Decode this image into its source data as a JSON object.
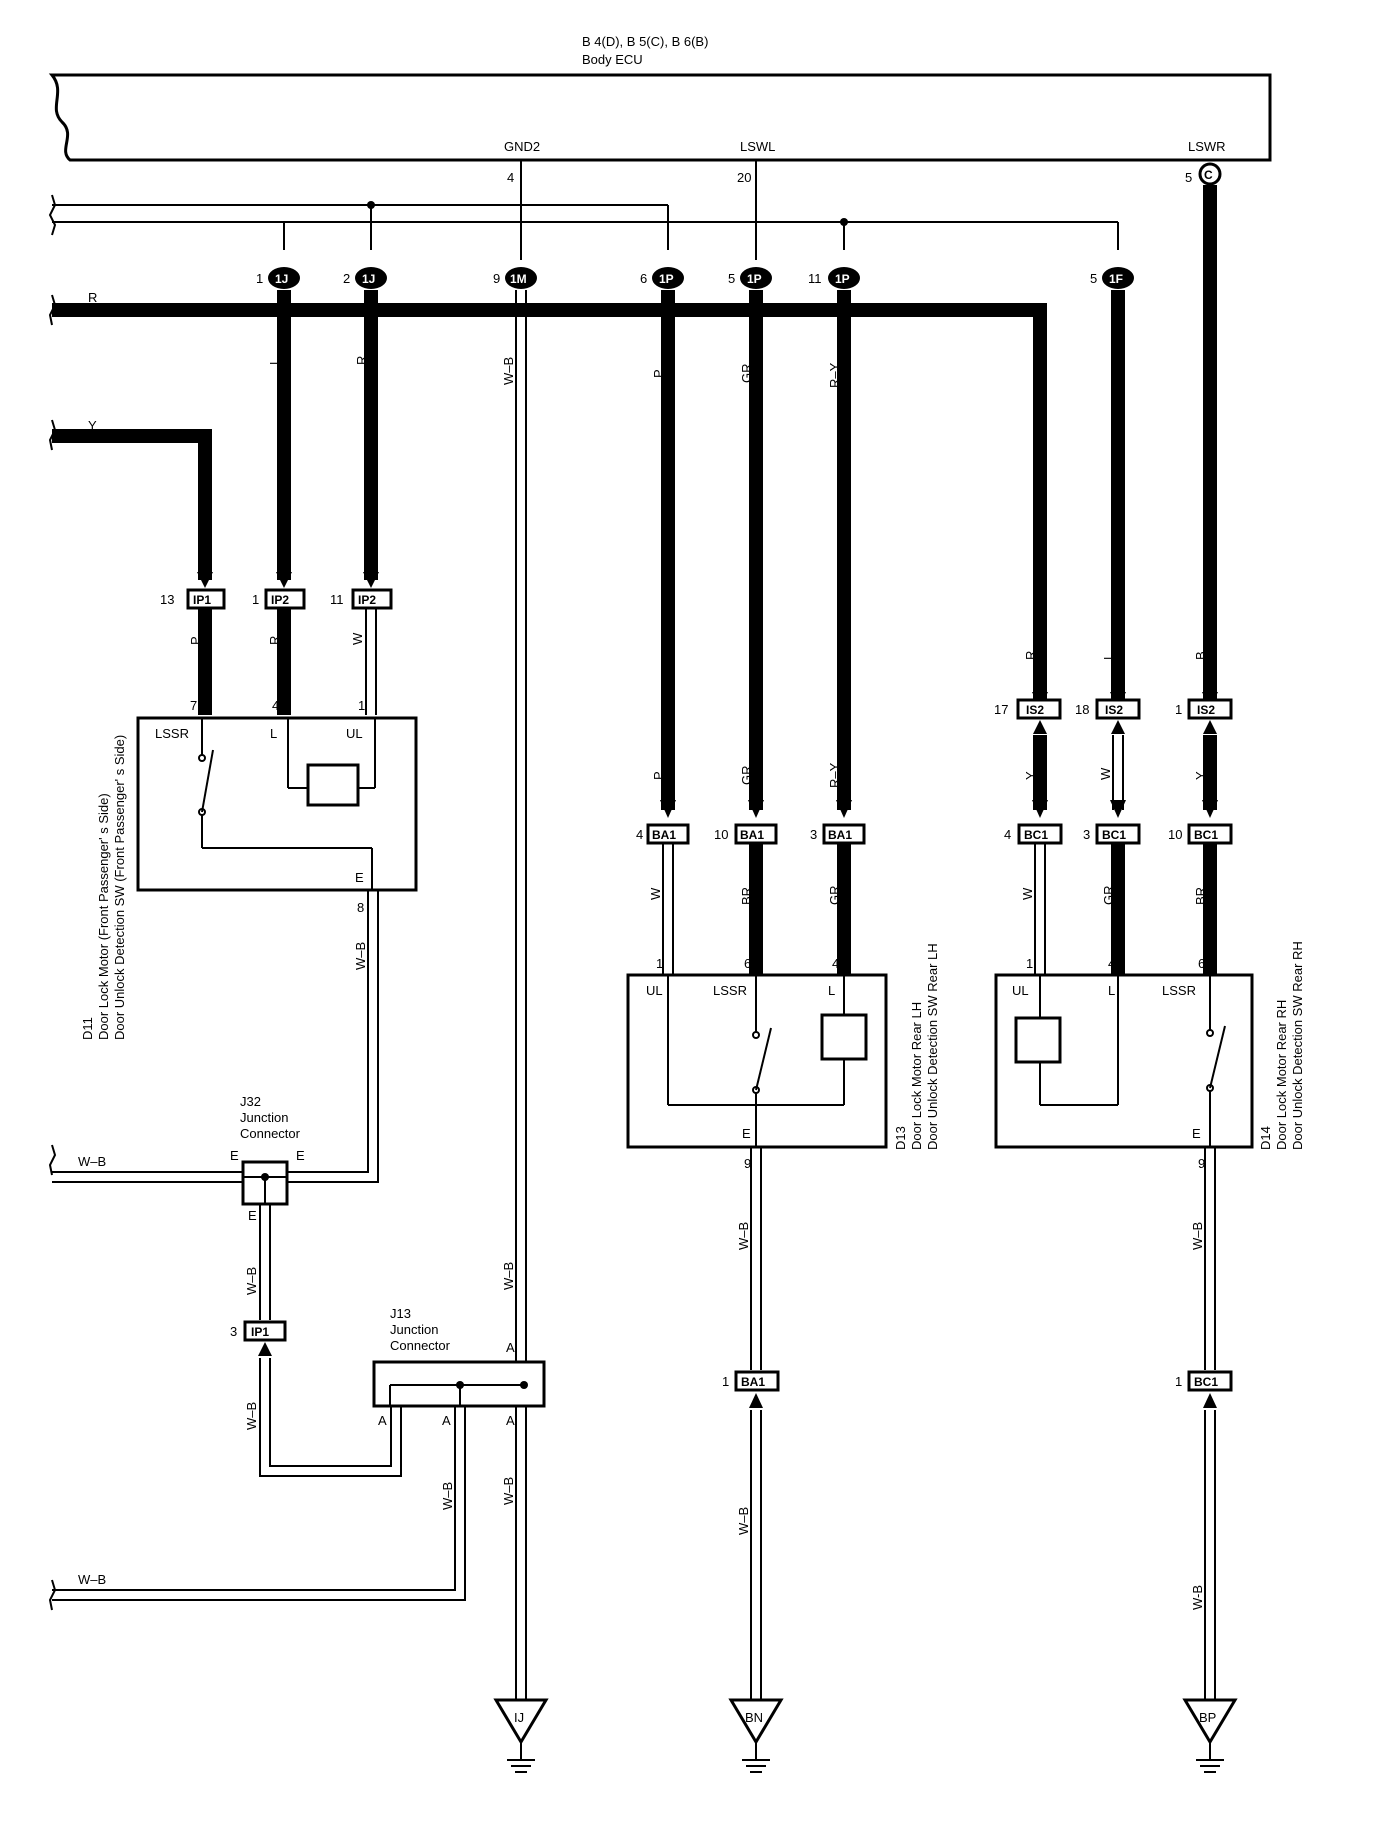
{
  "ecu": {
    "connectors": "B 4(D), B 5(C), B 6(B)",
    "name": "Body ECU",
    "pins": [
      {
        "label": "GND2",
        "num": "4"
      },
      {
        "label": "LSWL",
        "num": "20"
      },
      {
        "label": "LSWR",
        "num": "5",
        "conn": "C"
      }
    ]
  },
  "junction_connectors": [
    {
      "code": "1J",
      "pin": "1"
    },
    {
      "code": "1J",
      "pin": "2"
    },
    {
      "code": "1M",
      "pin": "9"
    },
    {
      "code": "1P",
      "pin": "6"
    },
    {
      "code": "1P",
      "pin": "5"
    },
    {
      "code": "1P",
      "pin": "11"
    },
    {
      "code": "1F",
      "pin": "5"
    }
  ],
  "wire_colors": {
    "r": "R",
    "y": "Y",
    "l": "L",
    "p": "P",
    "w": "W",
    "gr": "GR",
    "ry": "R–Y",
    "wb": "W–B",
    "br": "BR",
    "b": "B",
    "wb2": "W-B"
  },
  "components": {
    "d11": {
      "id": "D11",
      "line1": "Door Lock Motor (Front Passenger' s Side)",
      "line2": "Door Unlock Detection SW (Front Passenger' s Side)",
      "pins": {
        "lssr": "LSSR",
        "l": "L",
        "ul": "UL",
        "e": "E"
      },
      "nums": {
        "n7": "7",
        "n4": "4",
        "n1": "1",
        "n8": "8"
      }
    },
    "d13": {
      "id": "D13",
      "line1": "Door Lock Motor Rear LH",
      "line2": "Door Unlock Detection SW Rear LH",
      "pins": {
        "ul": "UL",
        "lssr": "LSSR",
        "l": "L",
        "e": "E"
      },
      "nums": {
        "n1": "1",
        "n6": "6",
        "n4": "4",
        "n9": "9"
      }
    },
    "d14": {
      "id": "D14",
      "line1": "Door Lock Motor Rear RH",
      "line2": "Door Unlock Detection SW Rear RH",
      "pins": {
        "ul": "UL",
        "l": "L",
        "lssr": "LSSR",
        "e": "E"
      },
      "nums": {
        "n1": "1",
        "n4": "4",
        "n6": "6",
        "n9": "9"
      }
    },
    "j32": {
      "id": "J32",
      "name1": "Junction",
      "name2": "Connector",
      "pin": "E"
    },
    "j13": {
      "id": "J13",
      "name1": "Junction",
      "name2": "Connector",
      "pin": "A"
    }
  },
  "inline_connectors": {
    "ip1_13": {
      "code": "IP1",
      "pin": "13"
    },
    "ip2_1": {
      "code": "IP2",
      "pin": "1"
    },
    "ip2_11": {
      "code": "IP2",
      "pin": "11"
    },
    "ip1_3": {
      "code": "IP1",
      "pin": "3"
    },
    "ba1_4": {
      "code": "BA1",
      "pin": "4"
    },
    "ba1_10": {
      "code": "BA1",
      "pin": "10"
    },
    "ba1_3": {
      "code": "BA1",
      "pin": "3"
    },
    "ba1_1": {
      "code": "BA1",
      "pin": "1"
    },
    "is2_17": {
      "code": "IS2",
      "pin": "17"
    },
    "is2_18": {
      "code": "IS2",
      "pin": "18"
    },
    "is2_1": {
      "code": "IS2",
      "pin": "1"
    },
    "bc1_4": {
      "code": "BC1",
      "pin": "4"
    },
    "bc1_3": {
      "code": "BC1",
      "pin": "3"
    },
    "bc1_10": {
      "code": "BC1",
      "pin": "10"
    },
    "bc1_1": {
      "code": "BC1",
      "pin": "1"
    }
  },
  "grounds": [
    "IJ",
    "BN",
    "BP"
  ]
}
